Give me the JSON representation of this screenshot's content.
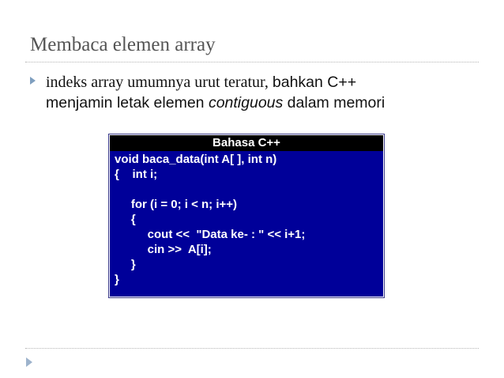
{
  "slide": {
    "title": "Membaca elemen array",
    "bullet": {
      "part1": "indeks array umumnya urut teratur, ",
      "part2": "bahkan C++",
      "part3": "menjamin letak elemen ",
      "part4": "contiguous",
      "part5": " dalam memori"
    },
    "code_box": {
      "header": "Bahasa C++",
      "lines": [
        "void baca_data(int A[ ], int n)",
        "{    int i;",
        "",
        "     for (i = 0; i < n; i++)",
        "     {",
        "          cout <<  \"Data ke- : \" << i+1;",
        "          cin >>  A[i];",
        "     }",
        "}"
      ]
    }
  },
  "colors": {
    "code_background": "#000099",
    "code_header_background": "#000000",
    "title_text": "#555555",
    "bullet_marker": "#7f9fbf"
  },
  "icons": {
    "bullet": "triangle-bullet-icon",
    "nav": "triangle-nav-icon"
  }
}
